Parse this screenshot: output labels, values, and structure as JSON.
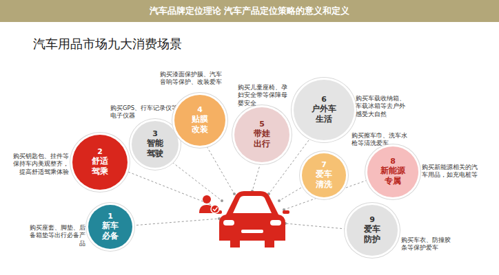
{
  "diagram": {
    "title": "汽车用品市场九大消费场景",
    "nodes": [
      {
        "text": [
          "1",
          "新车必备",
          "购买座套、脚垫、后备箱垫等出行必备产品"
        ]
      },
      {
        "text": [
          "2",
          "舒适驾乘",
          "购买钥匙包、挂件等保持车内美观整齐，提高舒适驾乘体验"
        ]
      },
      {
        "text": [
          "3",
          "智能驾驶",
          "购买GPS、行车记录仪等电子仪器"
        ]
      },
      {
        "text": [
          "4",
          "贴膜改装",
          "购买漆面保护膜、汽车音响等保护、改装爱车"
        ]
      },
      {
        "text": [
          "5",
          "带娃出行",
          "购买儿童座椅、孕妇安全带等保障母婴安全"
        ]
      },
      {
        "text": [
          "6",
          "户外车生活",
          "购买车载收纳箱、车载冰箱等去户外感受大自然"
        ]
      },
      {
        "text": [
          "7",
          "爱车清洗",
          "购买擦车巾、洗车水枪等清洗爱车"
        ]
      },
      {
        "text": [
          "8",
          "新能源专属",
          "购买新能源相关的汽车用品，如充电桩等"
        ]
      },
      {
        "text": [
          "9",
          "爱车防护",
          "购买车衣、防撞胶条等保护爱车"
        ]
      }
    ],
    "labels": [
      "汽车品牌定位理论 汽车产品定位策略的意义和定义"
    ]
  }
}
